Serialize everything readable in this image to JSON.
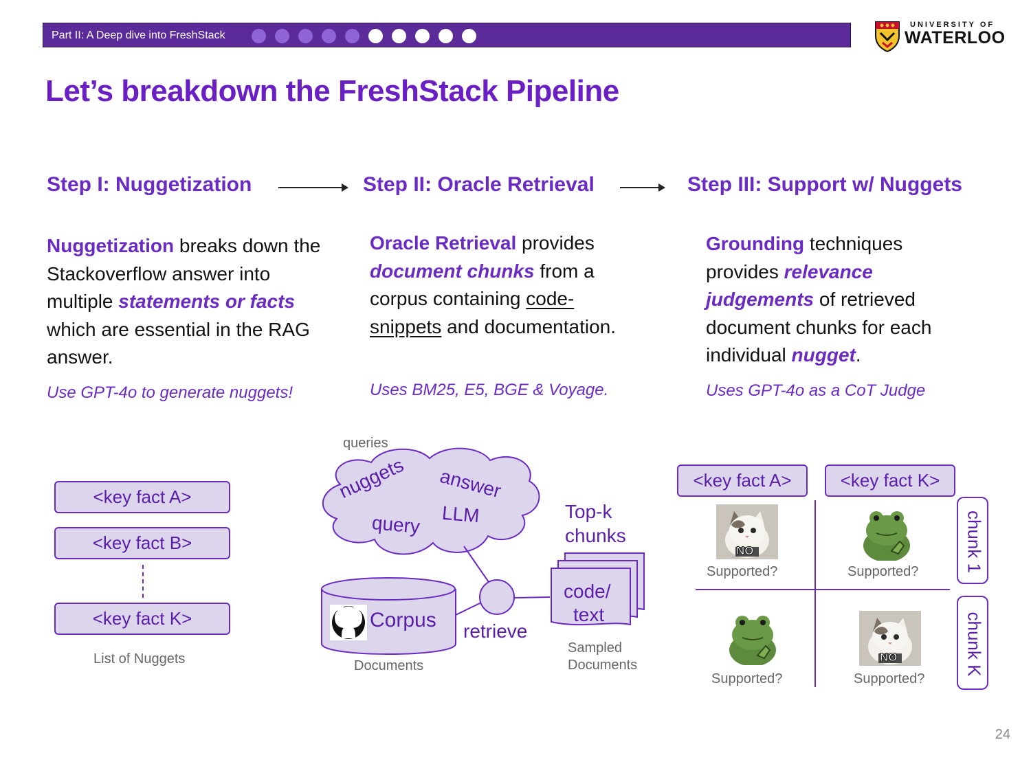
{
  "header": {
    "section_label": "Part II: A Deep dive into FreshStack",
    "progress_dots": {
      "completed": 5,
      "total": 10
    },
    "logo_top": "UNIVERSITY OF",
    "logo_main": "WATERLOO"
  },
  "title": "Let’s breakdown the FreshStack Pipeline",
  "steps": [
    {
      "label": "Step I: Nuggetization"
    },
    {
      "label": "Step II: Oracle Retrieval"
    },
    {
      "label": "Step III: Support w/ Nuggets"
    }
  ],
  "col1": {
    "p_a": "Nuggetization",
    "p_b": " breaks down the Stackoverflow answer into multiple ",
    "p_c": "statements or facts",
    "p_d": " which are essential in the RAG answer.",
    "note": "Use GPT-4o to generate nuggets!"
  },
  "col2": {
    "p_a": "Oracle Retrieval",
    "p_b": " provides ",
    "p_c": "document chunks",
    "p_d": " from a corpus containing ",
    "p_e": "code-snippets",
    "p_f": " and documentation.",
    "note": "Uses BM25, E5, BGE & Voyage."
  },
  "col3": {
    "p_a": "Grounding",
    "p_b": " techniques provides ",
    "p_c": "relevance judgements",
    "p_d": " of retrieved document chunks for each individual ",
    "p_e": "nugget",
    "p_f": ".",
    "note": "Uses GPT-4o as a CoT Judge"
  },
  "nuggets_diagram": {
    "facts": [
      "<key fact A>",
      "<key fact B>",
      "<key fact K>"
    ],
    "caption": "List of Nuggets"
  },
  "retrieval_diagram": {
    "queries_label": "queries",
    "cloud_words": [
      "nuggets",
      "answer",
      "LLM",
      "query"
    ],
    "corpus_label": "Corpus",
    "documents_label": "Documents",
    "retrieve_label": "retrieve",
    "topk_label_1": "Top-k",
    "topk_label_2": "chunks",
    "doc_text_1": "code/",
    "doc_text_2": "text",
    "sampled_1": "Sampled",
    "sampled_2": "Documents"
  },
  "support_diagram": {
    "fact_a": "<key fact A>",
    "fact_k": "<key fact K>",
    "chunk_1": "chunk 1",
    "chunk_k": "chunk K",
    "cells": [
      {
        "image": "cat-icon",
        "stamp": "NO",
        "label": "Supported?"
      },
      {
        "image": "frog-icon",
        "stamp": "",
        "label": "Supported?"
      },
      {
        "image": "frog-icon",
        "stamp": "",
        "label": "Supported?"
      },
      {
        "image": "cat-icon",
        "stamp": "NO",
        "label": "Supported?"
      }
    ]
  },
  "page_number": "24",
  "colors": {
    "accent": "#6a2bc2",
    "bar": "#5c2b9a",
    "box_fill": "#ddd5ec"
  }
}
